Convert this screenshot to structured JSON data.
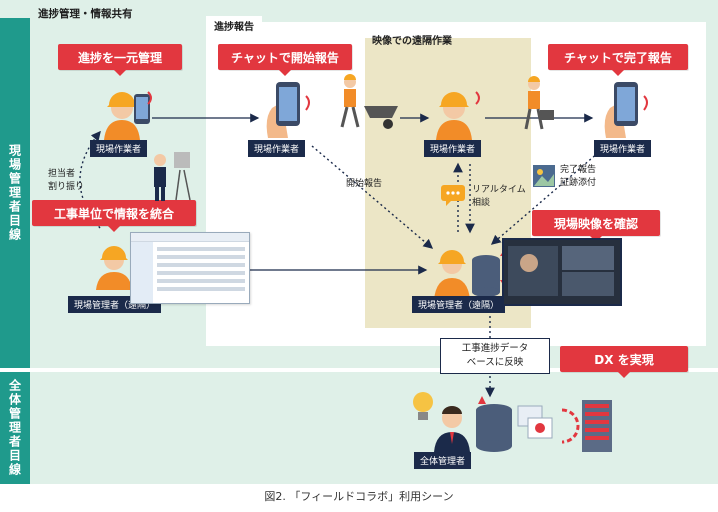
{
  "sidebar": {
    "top": "現場管理者目線",
    "bottom": "全体管理者目線"
  },
  "tabs": {
    "main": "進捗管理・情報共有",
    "progress": "進捗報告",
    "remote": "映像での遠隔作業"
  },
  "callouts": {
    "centralize": "進捗を一元管理",
    "integrate": "工事単位で情報を統合",
    "chat_start": "チャットで開始報告",
    "chat_done": "チャットで完了報告",
    "check_video": "現場映像を確認",
    "dx": "DX を実現"
  },
  "roles": {
    "worker1": "現場作業者",
    "worker2": "現場作業者",
    "worker3": "現場作業者",
    "worker4": "現場作業者",
    "manager_remote1": "現場管理者（遠隔）",
    "manager_remote2": "現場管理者（遠隔）",
    "overall_manager": "全体管理者"
  },
  "notes": {
    "assign_line1": "担当者",
    "assign_line2": "割り振り",
    "start_report": "開始報告",
    "realtime_line1": "リアルタイム",
    "realtime_line2": "相談",
    "done_line1": "完了報告",
    "done_line2": "証跡添付",
    "db_line1": "工事進捗データ",
    "db_line2": "ベースに反映"
  },
  "caption": "図2. 「フィールドコラボ」利用シーン",
  "colors": {
    "red": "#e2373f",
    "teal": "#1f9a8c",
    "navy": "#1b2a4a",
    "mint": "#dff0e8",
    "beige": "#ece6c6"
  }
}
